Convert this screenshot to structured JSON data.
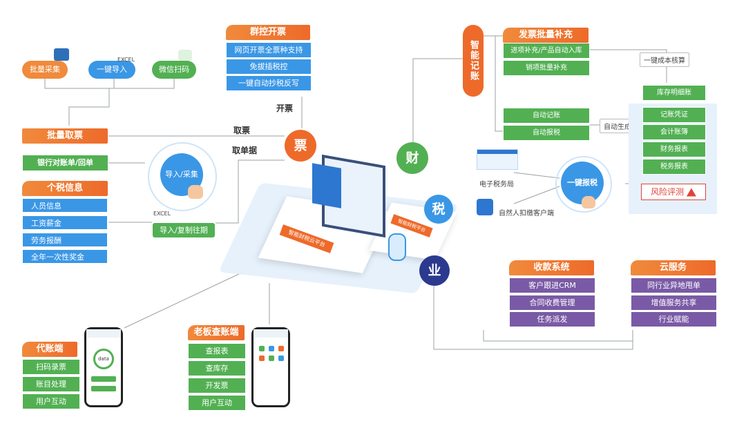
{
  "top_left": {
    "clouds": [
      "批量采集",
      "一键导入",
      "微信扫码"
    ],
    "excel_tag": "EXCEL"
  },
  "left": {
    "batch_ticket": "批量取票",
    "bank_reconcile": "银行对账单/回单",
    "personal_tax": {
      "title": "个税信息",
      "items": [
        "人员信息",
        "工资薪金",
        "劳务报酬",
        "全年一次性奖金"
      ]
    },
    "import_circle": "导入/采集",
    "excel_tag2": "EXCEL",
    "import_copy": "导入/复制往期"
  },
  "flow_labels": {
    "take_ticket": "取票",
    "take_receipt": "取单据",
    "invoice": "开票"
  },
  "group_invoice": {
    "title": "群控开票",
    "items": [
      "网页开票全票种支持",
      "免拔插税控",
      "一键自动抄税反写"
    ]
  },
  "circles": {
    "piao": "票",
    "cai": "财",
    "shui": "税",
    "ye": "业"
  },
  "smart_accounting": {
    "vertical_title": "智能记账",
    "invoice_batch": {
      "title": "发票批量补充",
      "items": [
        "进项补充/产品自动入库",
        "销项批量补充"
      ]
    },
    "auto_items": [
      "自动记账",
      "自动报税"
    ],
    "auto_generate": "自动生成",
    "one_click_cost": "一键成本核算",
    "inventory": "库存明细账",
    "right_items": [
      "记账凭证",
      "会计账簿",
      "财务报表",
      "税务报表"
    ],
    "risk": "风险评测",
    "one_click_tax": "一键报税",
    "e_tax_bureau": "电子税务局",
    "natural_person": "自然人扣缴客户端"
  },
  "center": {
    "platform_banner": "智能财税云平台",
    "robot_banner": "智能财税平台"
  },
  "collection": {
    "title": "收款系统",
    "items": [
      "客户跟进CRM",
      "合同收费管理",
      "任务派发"
    ]
  },
  "cloud_service": {
    "title": "云服务",
    "items": [
      "同行业异地甩单",
      "增值服务共享",
      "行业赋能"
    ]
  },
  "agent_end": {
    "title": "代账端",
    "items": [
      "扫码录票",
      "账目处理",
      "用户互动"
    ],
    "phone_data": "data"
  },
  "boss_end": {
    "title": "老板查账端",
    "items": [
      "查报表",
      "查库存",
      "开发票",
      "用户互动"
    ]
  },
  "colors": {
    "orange": "#ee6a2a",
    "blue": "#3a97e6",
    "green": "#52b053",
    "purple": "#7a5aa6",
    "navy": "#2b3a8f"
  }
}
